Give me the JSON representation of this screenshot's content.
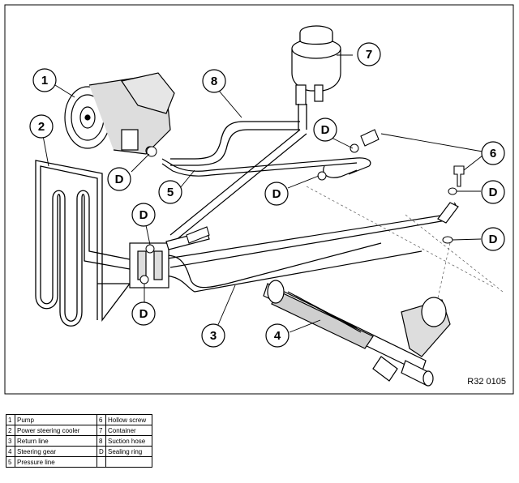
{
  "figure": {
    "reference_code": "R32 0105",
    "callouts": [
      "1",
      "2",
      "3",
      "4",
      "5",
      "6",
      "7",
      "8"
    ],
    "seal_marker": "D"
  },
  "legend": {
    "rows": [
      [
        {
          "key": "1",
          "label": "Pump"
        },
        {
          "key": "6",
          "label": "Hollow screw"
        }
      ],
      [
        {
          "key": "2",
          "label": "Power steering cooler"
        },
        {
          "key": "7",
          "label": "Container"
        }
      ],
      [
        {
          "key": "3",
          "label": "Return line"
        },
        {
          "key": "8",
          "label": "Suction hose"
        }
      ],
      [
        {
          "key": "4",
          "label": "Steering gear"
        },
        {
          "key": "D",
          "label": "Sealing ring"
        }
      ],
      [
        {
          "key": "5",
          "label": "Pressure line"
        },
        {
          "key": "",
          "label": ""
        }
      ]
    ]
  },
  "colors": {
    "line": "#000000",
    "background": "#ffffff",
    "shade": "#cfcfcf"
  }
}
